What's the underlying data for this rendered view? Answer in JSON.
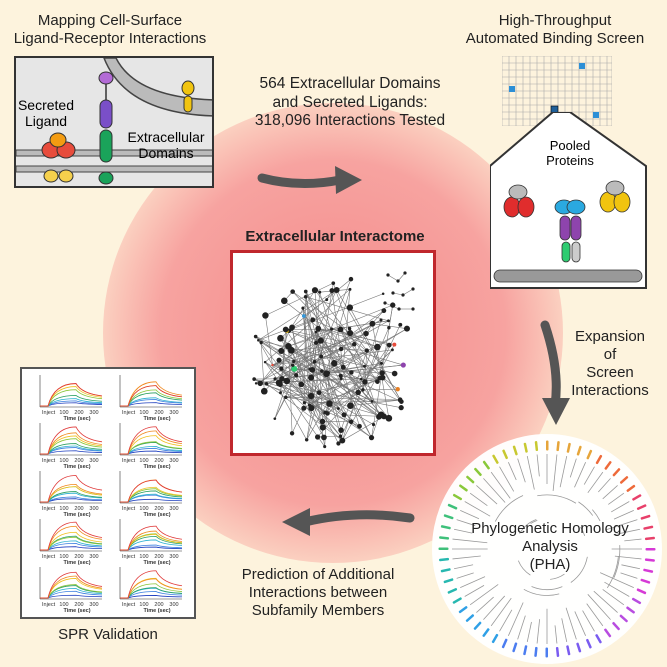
{
  "top_left": {
    "line1": "Mapping Cell-Surface",
    "line2": "Ligand-Receptor Interactions",
    "secreted": "Secreted",
    "ligand": "Ligand",
    "extra": "Extracellular",
    "domains": "Domains"
  },
  "top_right": {
    "line1": "High-Throughput",
    "line2": "Automated Binding Screen",
    "pooled1": "Pooled",
    "pooled2": "Proteins"
  },
  "center_top": {
    "line1": "564 Extracellular Domains",
    "line2": "and Secreted Ligands:",
    "line3": "318,096 Interactions Tested"
  },
  "center": {
    "title": "Extracellular Interactome"
  },
  "right_mid": {
    "line1": "Expansion",
    "line2": "of",
    "line3": "Screen",
    "line4": "Interactions"
  },
  "pha": {
    "line1": "Phylogenetic Homology",
    "line2": "Analysis",
    "line3": "(PHA)"
  },
  "bottom_mid": {
    "line1": "Prediction of Additional",
    "line2": "Interactions between",
    "line3": "Subfamily Members"
  },
  "spr": {
    "title": "SPR Validation",
    "xlabel": "Time (sec)",
    "inject": "Inject",
    "ticks": [
      "100",
      "200",
      "300"
    ]
  },
  "colors": {
    "background": "#fdf3dd",
    "circle": "#f79c9c",
    "arrow": "#555555",
    "frame": "#c0272d"
  }
}
